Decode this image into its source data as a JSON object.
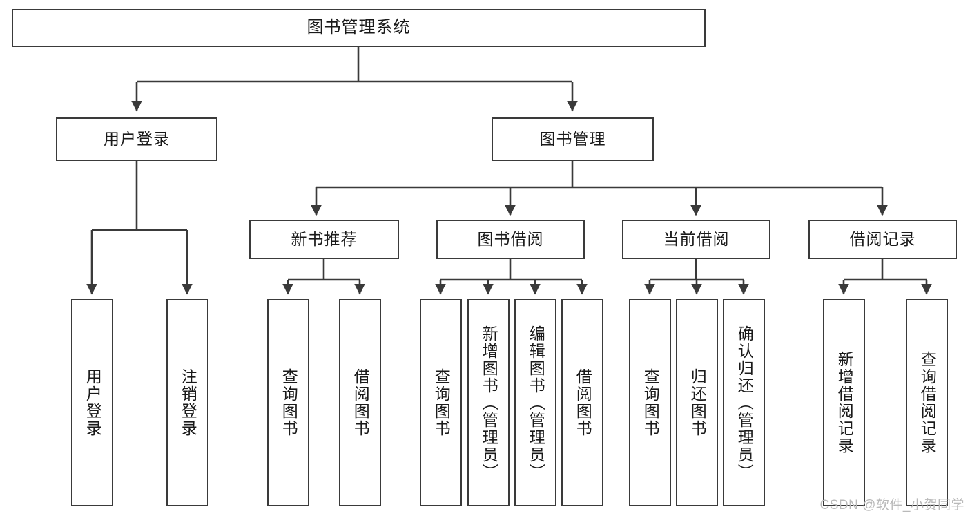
{
  "diagram": {
    "title": "图书管理系统",
    "type": "tree-hierarchy",
    "watermark": "CSDN @软件_小贺同学",
    "stroke_color": "#3a3a3a",
    "fill_color": "#ffffff",
    "text_color": "#1a1a1a",
    "nodes": {
      "root": {
        "label": "图书管理系统"
      },
      "level2": [
        {
          "label": "用户登录"
        },
        {
          "label": "图书管理"
        }
      ],
      "level3": [
        {
          "label": "新书推荐"
        },
        {
          "label": "图书借阅"
        },
        {
          "label": "当前借阅"
        },
        {
          "label": "借阅记录"
        }
      ],
      "leaves": {
        "user_login": [
          {
            "label": "用户登录"
          },
          {
            "label": "注销登录"
          }
        ],
        "new_book_recommend": [
          {
            "label": "查询图书"
          },
          {
            "label": "借阅图书"
          }
        ],
        "book_borrow": [
          {
            "label": "查询图书"
          },
          {
            "label": "新增图书（管理员）"
          },
          {
            "label": "编辑图书（管理员）"
          },
          {
            "label": "借阅图书"
          }
        ],
        "current_borrow": [
          {
            "label": "查询图书"
          },
          {
            "label": "归还图书"
          },
          {
            "label": "确认归还（管理员）"
          }
        ],
        "borrow_record": [
          {
            "label": "新增借阅记录"
          },
          {
            "label": "查询借阅记录"
          }
        ]
      }
    }
  }
}
